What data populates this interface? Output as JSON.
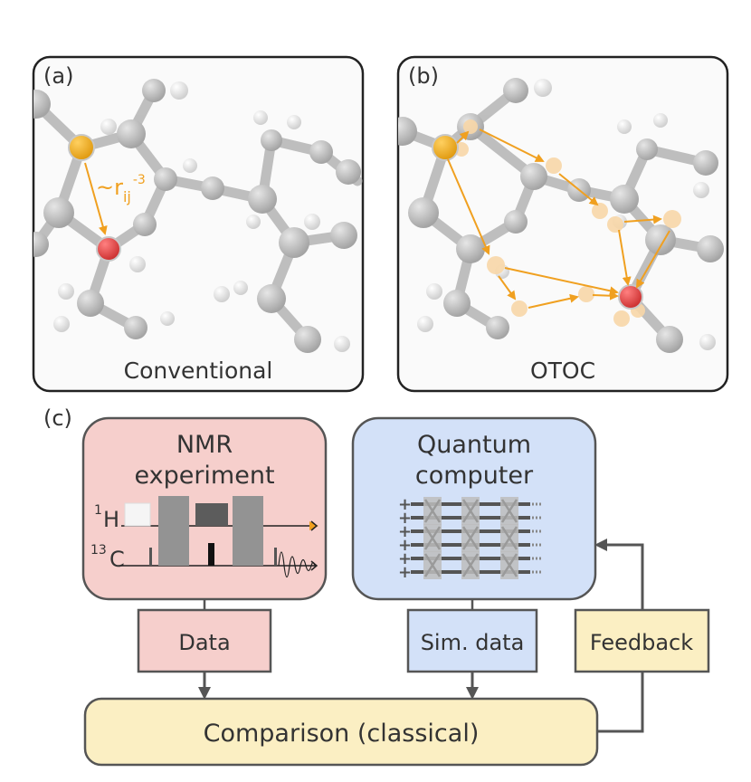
{
  "panel_a": {
    "tag": "(a)",
    "caption": "Conventional",
    "coupling": {
      "prefix": "~r",
      "subscript": "ij",
      "superscript": "-3"
    }
  },
  "panel_b": {
    "tag": "(b)",
    "caption": "OTOC"
  },
  "panel_c": {
    "tag": "(c)",
    "nmr": {
      "title_line1": "NMR",
      "title_line2": "experiment",
      "channel_h_mass": "1",
      "channel_h_element": "H",
      "channel_c_mass": "13",
      "channel_c_element": "C"
    },
    "quantum": {
      "title_line1": "Quantum",
      "title_line2": "computer",
      "qubit_count": 6
    },
    "data_label": "Data",
    "sim_data_label": "Sim. data",
    "feedback_label": "Feedback",
    "comparison_label": "Comparison (classical)"
  },
  "colors": {
    "nmr_fill": "#f6cfcc",
    "quantum_fill": "#d3e1f8",
    "classical_fill": "#fbefc3",
    "arrow_orange": "#f0a020",
    "spin_orange": "#f0b030",
    "spin_red": "#e05050",
    "atom_gray": "#b8b8b8",
    "outline": "#555555"
  }
}
